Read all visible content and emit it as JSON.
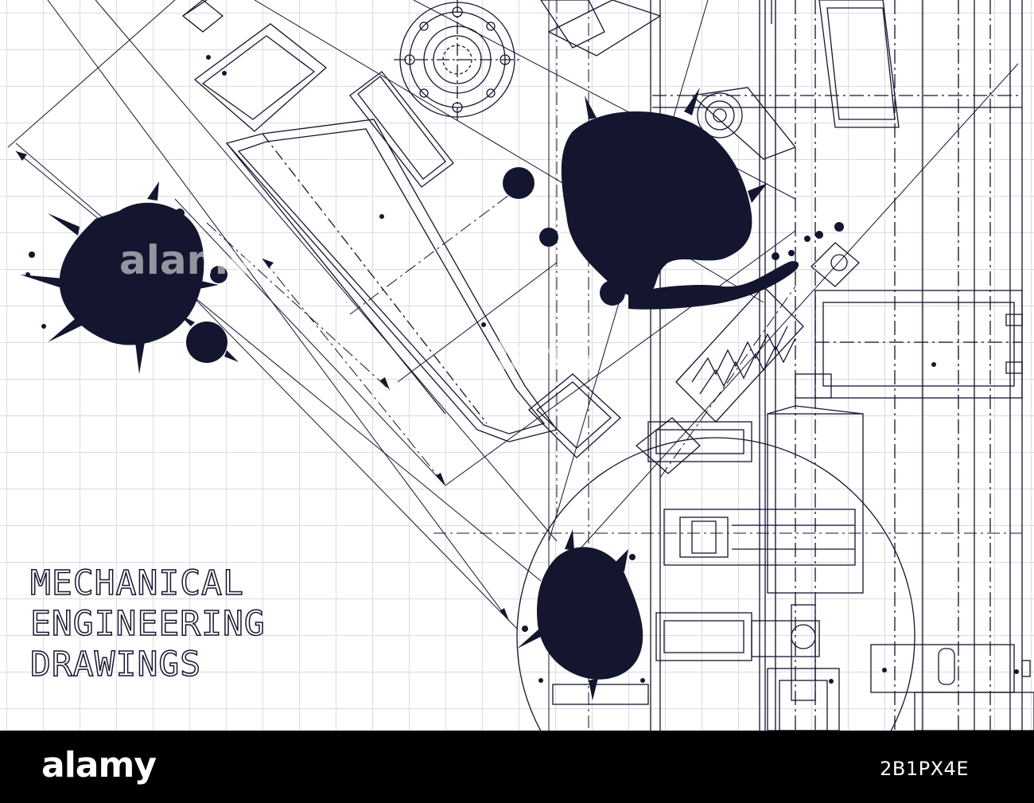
{
  "title": {
    "lines": [
      "MECHANICAL",
      "ENGINEERING",
      "DRAWINGS"
    ]
  },
  "watermark": {
    "logo_text": "alamy",
    "image_id": "2B1PX4E"
  },
  "colors": {
    "ink": "#14152e",
    "grid": "#d9dbe3",
    "paper": "#ffffff",
    "strip": "#000000"
  },
  "icons": [
    "ink-splatter-icon"
  ]
}
